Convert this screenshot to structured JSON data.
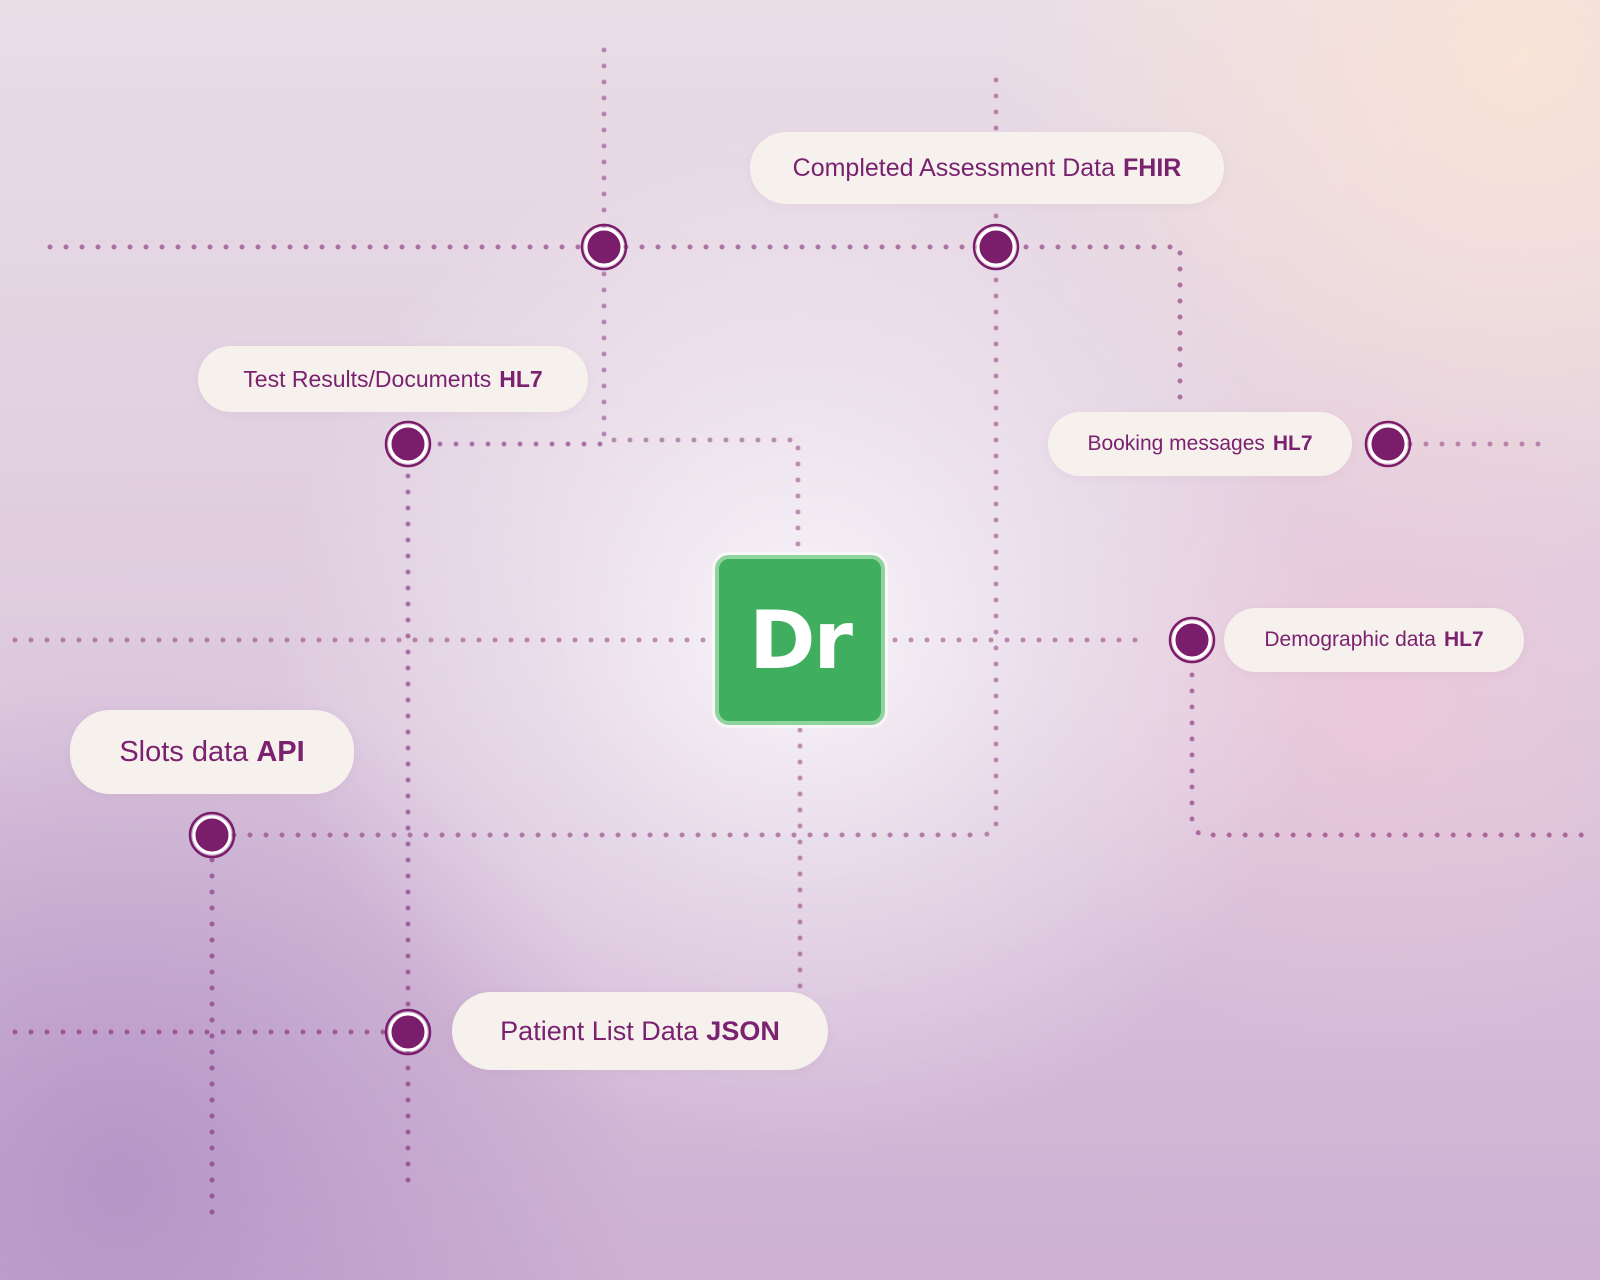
{
  "colors": {
    "accent": "#7a1e6b",
    "label_bg": "#f7f1ed",
    "logo_green": "#3fae5f"
  },
  "logo": {
    "text": "Dr"
  },
  "labels": {
    "completed_assessment": {
      "text": "Completed Assessment Data",
      "protocol": "FHIR"
    },
    "test_results": {
      "text": "Test Results/Documents",
      "protocol": "HL7"
    },
    "booking_messages": {
      "text": "Booking messages",
      "protocol": "HL7"
    },
    "demographic": {
      "text": "Demographic data",
      "protocol": "HL7"
    },
    "slots": {
      "text": "Slots data",
      "protocol": "API"
    },
    "patient_list": {
      "text": "Patient List Data",
      "protocol": "JSON"
    }
  }
}
